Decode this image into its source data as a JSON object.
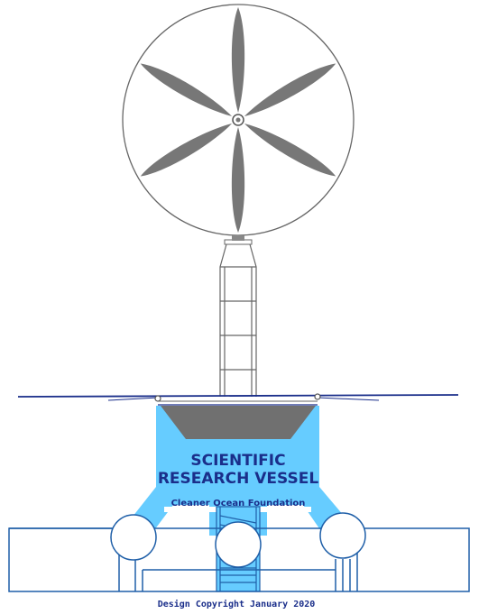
{
  "drawing": {
    "title_line1": "SCIENTIFIC",
    "title_line2": "RESEARCH VESSEL",
    "subtitle": "Cleaner Ocean Foundation",
    "footer": "Design Copyright January 2020"
  },
  "colors": {
    "hull_fill": "#66ccff",
    "line_blue": "#1f5fa8",
    "dark_blue": "#1a2e8a",
    "blade_gray": "#777777",
    "outline_gray": "#555555"
  },
  "rotor": {
    "blade_count": 6
  }
}
